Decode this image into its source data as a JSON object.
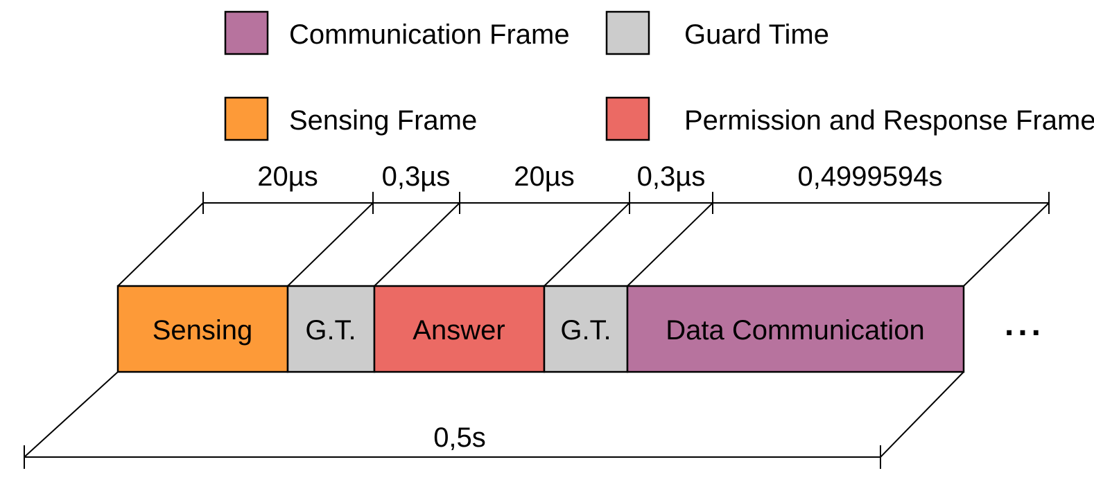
{
  "colors": {
    "communication": "#B7739E",
    "guard": "#CCCCCC",
    "sensing": "#FD9A38",
    "permission": "#EB6A64"
  },
  "legend": {
    "communication_label": "Communication Frame",
    "guard_label": "Guard Time",
    "sensing_label": "Sensing Frame",
    "permission_label": "Permission and Response Frame"
  },
  "timeline": {
    "durations": [
      "20µs",
      "0,3µs",
      "20µs",
      "0,3µs",
      "0,4999594s"
    ],
    "total_label": "0,5s",
    "more_label": "...",
    "segments": [
      {
        "label": "Sensing",
        "type": "sensing"
      },
      {
        "label": "G.T.",
        "type": "guard"
      },
      {
        "label": "Answer",
        "type": "permission"
      },
      {
        "label": "G.T.",
        "type": "guard"
      },
      {
        "label": "Data Communication",
        "type": "communication"
      }
    ]
  }
}
